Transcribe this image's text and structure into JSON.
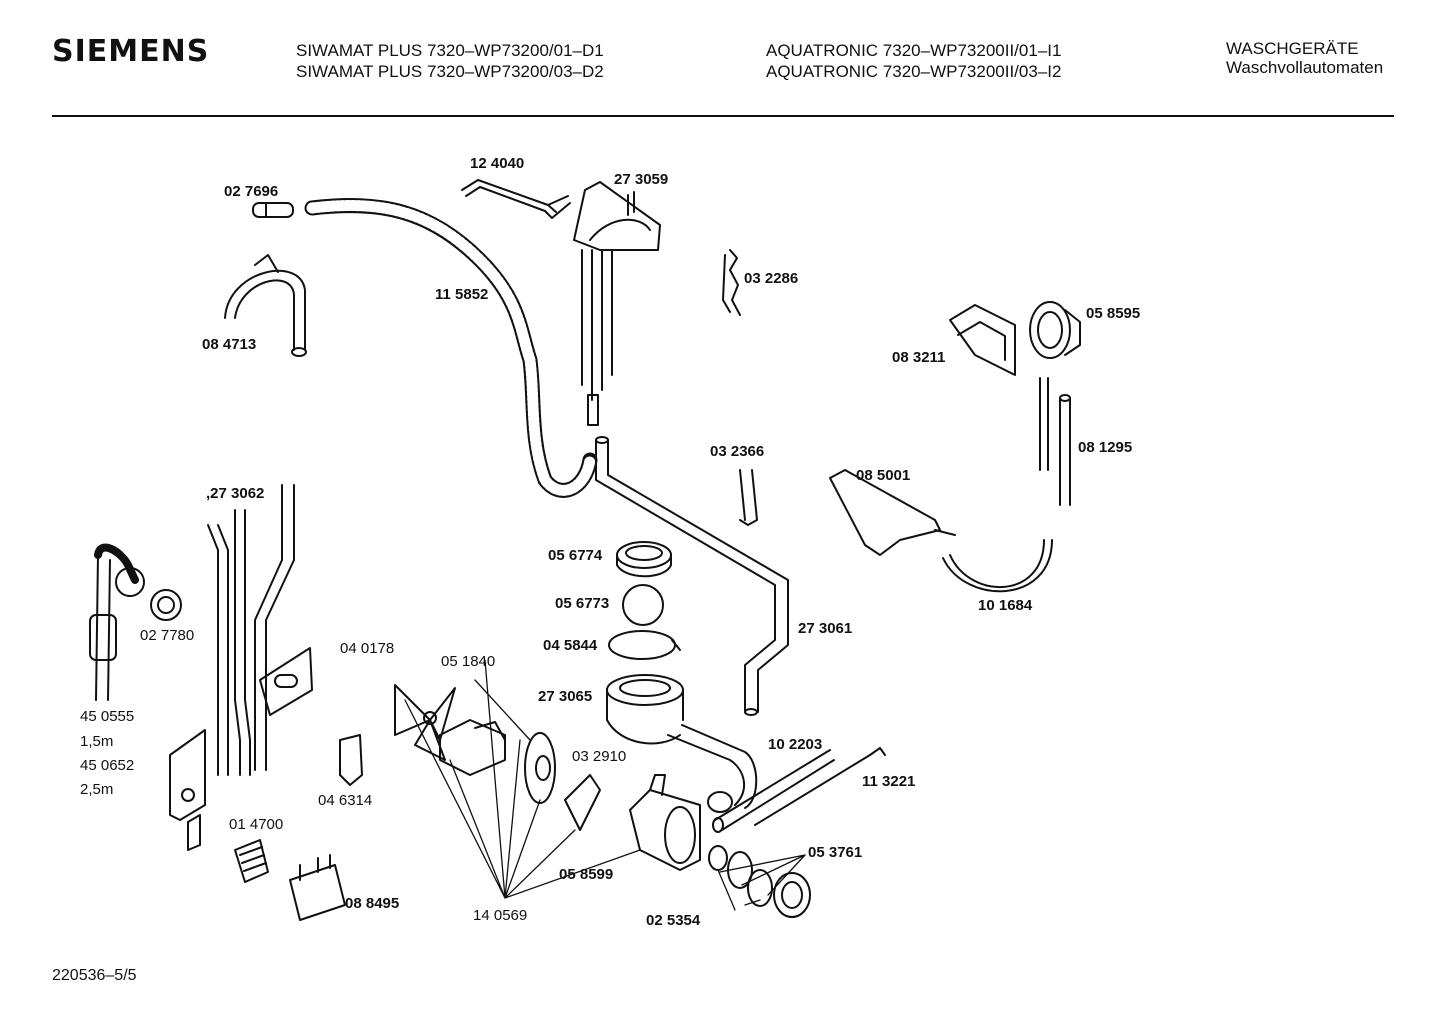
{
  "header": {
    "brand": "SIEMENS",
    "model_line_1": "SIWAMAT PLUS 7320–WP73200/01–D1",
    "model_line_2": "SIWAMAT PLUS 7320–WP73200/03–D2",
    "model_line_3": "AQUATRONIC 7320–WP73200II/01–I1",
    "model_line_4": "AQUATRONIC 7320–WP73200II/03–I2",
    "category": "WASCHGERÄTE",
    "subcategory": "Waschvollautomaten"
  },
  "parts": [
    {
      "id": "p-124040",
      "number": "12 4040",
      "bold": true
    },
    {
      "id": "p-273059",
      "number": "27 3059",
      "bold": true
    },
    {
      "id": "p-027696",
      "number": "02 7696",
      "bold": true
    },
    {
      "id": "p-115852",
      "number": "11 5852",
      "bold": true
    },
    {
      "id": "p-032286",
      "number": "03 2286",
      "bold": true
    },
    {
      "id": "p-084713",
      "number": "08 4713",
      "bold": true
    },
    {
      "id": "p-058595",
      "number": "05 8595",
      "bold": true
    },
    {
      "id": "p-083211",
      "number": "08 3211",
      "bold": true
    },
    {
      "id": "p-081295",
      "number": "08 1295",
      "bold": true
    },
    {
      "id": "p-032366",
      "number": "03 2366",
      "bold": true
    },
    {
      "id": "p-085001",
      "number": "08 5001",
      "bold": true
    },
    {
      "id": "p-273062",
      "number": ",27 3062",
      "bold": true
    },
    {
      "id": "p-056774",
      "number": "05 6774",
      "bold": true
    },
    {
      "id": "p-056773",
      "number": "05 6773",
      "bold": true
    },
    {
      "id": "p-101684",
      "number": "10 1684",
      "bold": true
    },
    {
      "id": "p-027780",
      "number": "02 7780",
      "bold": false
    },
    {
      "id": "p-273061",
      "number": "27 3061",
      "bold": true
    },
    {
      "id": "p-045844",
      "number": "04 5844",
      "bold": true
    },
    {
      "id": "p-040178",
      "number": "04 0178",
      "bold": false
    },
    {
      "id": "p-051840",
      "number": "05 1840",
      "bold": false
    },
    {
      "id": "p-273065",
      "number": "27 3065",
      "bold": true
    },
    {
      "id": "p-450555",
      "number": "45 0555",
      "bold": false
    },
    {
      "id": "p-len1",
      "number": "1,5m",
      "bold": false
    },
    {
      "id": "p-450652",
      "number": "45 0652",
      "bold": false
    },
    {
      "id": "p-len2",
      "number": "2,5m",
      "bold": false
    },
    {
      "id": "p-102203",
      "number": "10 2203",
      "bold": true
    },
    {
      "id": "p-032910",
      "number": "03 2910",
      "bold": false
    },
    {
      "id": "p-113221",
      "number": "11 3221",
      "bold": true
    },
    {
      "id": "p-046314",
      "number": "04 6314",
      "bold": false
    },
    {
      "id": "p-014700",
      "number": "01 4700",
      "bold": false
    },
    {
      "id": "p-053761",
      "number": "05 3761",
      "bold": true
    },
    {
      "id": "p-058599",
      "number": "05 8599",
      "bold": true
    },
    {
      "id": "p-088495",
      "number": "08 8495",
      "bold": true
    },
    {
      "id": "p-140569",
      "number": "14 0569",
      "bold": false
    },
    {
      "id": "p-025354",
      "number": "02 5354",
      "bold": true
    }
  ],
  "footer": {
    "drawing_id": "220536–5/5"
  }
}
